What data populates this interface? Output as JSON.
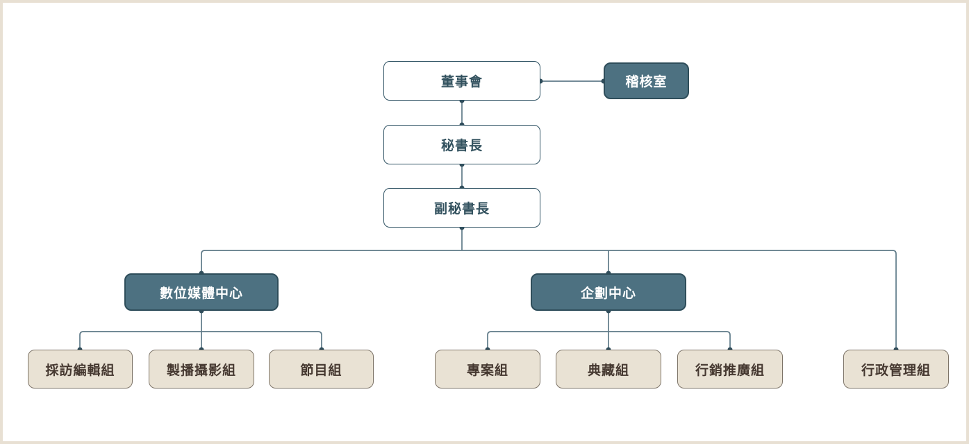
{
  "diagram": {
    "type": "org-chart",
    "nodes": {
      "board": {
        "label": "董事會",
        "style": "outline"
      },
      "audit_office": {
        "label": "稽核室",
        "style": "solid"
      },
      "secretary_general": {
        "label": "秘書長",
        "style": "outline"
      },
      "deputy_secretary_general": {
        "label": "副秘書長",
        "style": "outline"
      },
      "digital_media_center": {
        "label": "數位媒體中心",
        "style": "solid"
      },
      "planning_center": {
        "label": "企劃中心",
        "style": "solid"
      },
      "interview_editing_group": {
        "label": "採訪編輯組",
        "style": "tan"
      },
      "production_photography_group": {
        "label": "製播攝影組",
        "style": "tan"
      },
      "program_group": {
        "label": "節目組",
        "style": "tan"
      },
      "project_group": {
        "label": "專案組",
        "style": "tan"
      },
      "collection_group": {
        "label": "典藏組",
        "style": "tan"
      },
      "marketing_promotion_group": {
        "label": "行銷推廣組",
        "style": "tan"
      },
      "administration_group": {
        "label": "行政管理組",
        "style": "tan"
      }
    },
    "edges": [
      {
        "from": "董事會",
        "to": "稽核室"
      },
      {
        "from": "董事會",
        "to": "秘書長"
      },
      {
        "from": "秘書長",
        "to": "副秘書長"
      },
      {
        "from": "副秘書長",
        "to": "數位媒體中心"
      },
      {
        "from": "副秘書長",
        "to": "企劃中心"
      },
      {
        "from": "副秘書長",
        "to": "行政管理組"
      },
      {
        "from": "數位媒體中心",
        "to": "採訪編輯組"
      },
      {
        "from": "數位媒體中心",
        "to": "製播攝影組"
      },
      {
        "from": "數位媒體中心",
        "to": "節目組"
      },
      {
        "from": "企劃中心",
        "to": "專案組"
      },
      {
        "from": "企劃中心",
        "to": "典藏組"
      },
      {
        "from": "企劃中心",
        "to": "行銷推廣組"
      }
    ],
    "colors": {
      "solid_fill": "#4d7181",
      "solid_border": "#2e4d5a",
      "solid_text": "#ffffff",
      "outline_fill": "#ffffff",
      "outline_border": "#2f5263",
      "outline_text": "#33525f",
      "tan_fill": "#e9e2d4",
      "tan_border": "#7d7468",
      "tan_text": "#453830",
      "connector_line": "#5f7a88",
      "connector_dot": "#304d5b",
      "page_border": "#e8e0d3"
    }
  }
}
